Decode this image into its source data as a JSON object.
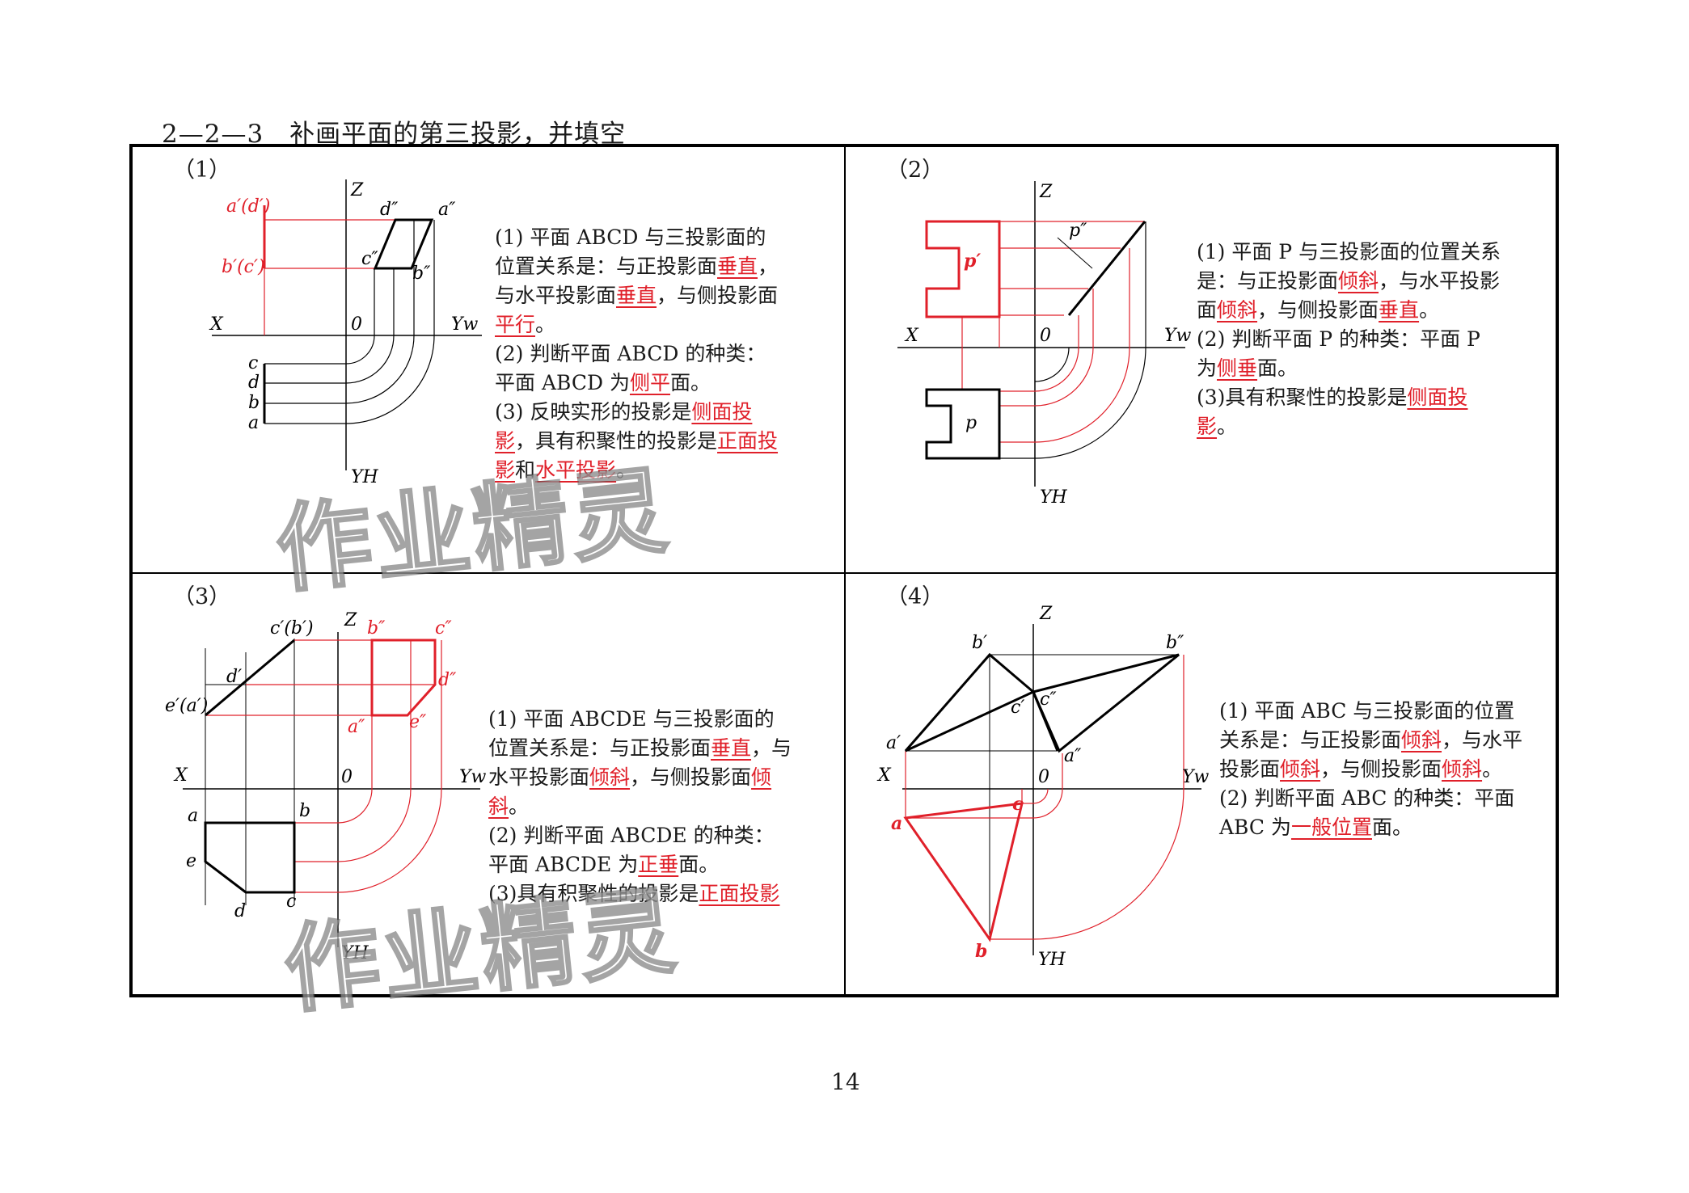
{
  "header": {
    "title": "2—2—3　补画平面的第三投影，并填空"
  },
  "page_number": "14",
  "watermark": "作业精灵",
  "colors": {
    "answer": "#e0202a",
    "line": "#000000",
    "construct": "#e0202a"
  },
  "p1": {
    "no": "（1）",
    "axis": {
      "x": "X",
      "z": "Z",
      "o": "0",
      "yw": "Yw",
      "yh": "YH"
    },
    "labels": {
      "ad_front": "a′(d′)",
      "bc_front": "b′(c′)",
      "d_side": "d″",
      "a_side": "a″",
      "c_side": "c″",
      "b_side": "b″",
      "c": "c",
      "d": "d",
      "b": "b",
      "a": "a"
    },
    "q1_pre": "(1) 平面 ABCD 与三投影面的位置关系是：与正投影面",
    "q1_a1": "垂直",
    "q1_mid": "，与水平投影面",
    "q1_a2": "垂直",
    "q1_mid2": "，与侧投影面",
    "q1_a3": "平行",
    "q1_end": "。",
    "q2_pre": "(2) 判断平面 ABCD 的种类：平面 ABCD 为",
    "q2_a": "侧平",
    "q2_end": "面。",
    "q3_pre": "(3) 反映实形的投影是",
    "q3_a1": "侧面投影",
    "q3_mid": "，具有积聚性的投影是",
    "q3_a2": "正面投影",
    "q3_mid2": "和",
    "q3_a3": "水平投影",
    "q3_end": "。"
  },
  "p2": {
    "no": "（2）",
    "axis": {
      "x": "X",
      "z": "Z",
      "o": "0",
      "yw": "Yw",
      "yh": "YH"
    },
    "labels": {
      "p_front": "p′",
      "p_side": "p″",
      "p_top": "p"
    },
    "q1_pre": "(1) 平面 P 与三投影面的位置关系是：与正投影面",
    "q1_a1": "倾斜",
    "q1_mid": "，与水平投影面",
    "q1_a2": "倾斜",
    "q1_mid2": "，与侧投影面",
    "q1_a3": "垂直",
    "q1_end": "。",
    "q2_pre": "(2) 判断平面 P 的种类：平面 P 为",
    "q2_a": "侧垂",
    "q2_end": "面。",
    "q3_pre": "(3)具有积聚性的投影是",
    "q3_a": "侧面投影",
    "q3_end": "。"
  },
  "p3": {
    "no": "（3）",
    "axis": {
      "x": "X",
      "z": "Z",
      "o": "0",
      "yw": "Yw",
      "yh": "YH"
    },
    "labels": {
      "cb_front": "c′(b′)",
      "d_front": "d′",
      "ea_front": "e′(a′)",
      "b_side": "b″",
      "c_side": "c″",
      "d_side": "d″",
      "a_side": "a″",
      "e_side": "e″",
      "a": "a",
      "b": "b",
      "e": "e",
      "d": "d",
      "c": "c"
    },
    "q1_pre": "(1) 平面 ABCDE 与三投影面的位置关系是：与正投影面",
    "q1_a1": "垂直",
    "q1_mid": "，与水平投影面",
    "q1_a2": "倾斜",
    "q1_mid2": "，与侧投影面",
    "q1_a3": "倾斜",
    "q1_end": "。",
    "q2_pre": "(2) 判断平面 ABCDE 的种类：平面 ABCDE 为",
    "q2_a": "正垂",
    "q2_end": "面。",
    "q3_pre": "(3)具有积聚性的投影是",
    "q3_a": "正面投影",
    "q3_end": ""
  },
  "p4": {
    "no": "（4）",
    "axis": {
      "x": "X",
      "z": "Z",
      "o": "0",
      "yw": "Yw",
      "yh": "YH"
    },
    "labels": {
      "b_front": "b′",
      "b_side": "b″",
      "c_front": "c′",
      "c_side": "c″",
      "a_front": "a′",
      "a_side": "a″",
      "a": "a",
      "b": "b",
      "c": "c"
    },
    "q1_pre": "(1) 平面 ABC 与三投影面的位置关系是：与正投影面",
    "q1_a1": "倾斜",
    "q1_mid": "，与水平投影面",
    "q1_a2": "倾斜",
    "q1_mid2": "，与侧投影面",
    "q1_a3": "倾斜",
    "q1_end": "。",
    "q2_pre": "(2) 判断平面 ABC 的种类：平面 ABC 为",
    "q2_a": "一般位置",
    "q2_end": "面。"
  }
}
